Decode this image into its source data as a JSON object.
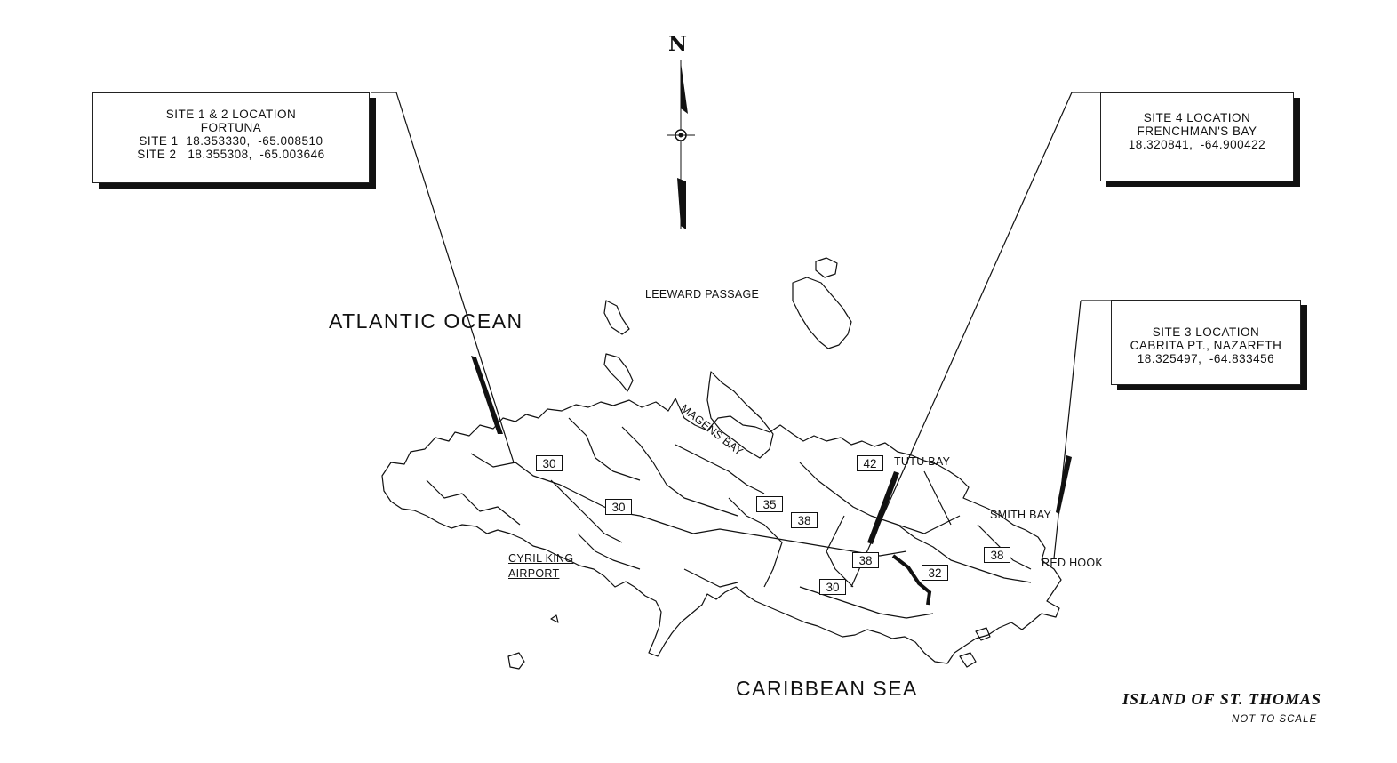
{
  "north_label": "N",
  "water": {
    "atlantic": "ATLANTIC OCEAN",
    "caribbean": "CARIBBEAN SEA",
    "leeward": "LEEWARD PASSAGE",
    "magens": "MAGENS BAY"
  },
  "callouts": {
    "site12": {
      "title": "SITE 1 & 2 LOCATION",
      "place": "FORTUNA",
      "line1": "SITE 1  18.353330,  -65.008510",
      "line2": "SITE 2   18.355308,  -65.003646"
    },
    "site4": {
      "title": "SITE 4 LOCATION",
      "place": "FRENCHMAN'S BAY",
      "coords": "18.320841,  -64.900422"
    },
    "site3": {
      "title": "SITE 3 LOCATION",
      "place": "CABRITA PT., NAZARETH",
      "coords": "18.325497,  -64.833456"
    }
  },
  "places": {
    "tutu": "TUTU BAY",
    "smith": "SMITH BAY",
    "redhook": "RED HOOK",
    "airport_line1": "CYRIL KING",
    "airport_line2": "AIRPORT"
  },
  "routes": [
    "30",
    "30",
    "35",
    "38",
    "42",
    "38",
    "30",
    "32",
    "38"
  ],
  "footer": {
    "title": "ISLAND OF ST. THOMAS",
    "scale": "NOT TO SCALE"
  }
}
